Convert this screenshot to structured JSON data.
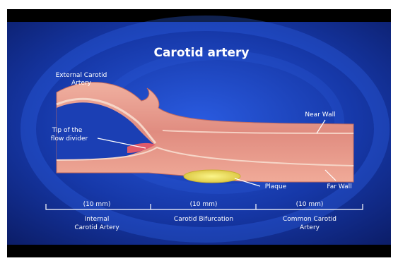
{
  "title": "Carotid artery",
  "labels": {
    "external_carotid": [
      "External Carotid",
      "Artery"
    ],
    "tip_flow_divider": [
      "Tip of the",
      "flow divider"
    ],
    "near_wall": "Near Wall",
    "plaque": "Plaque",
    "far_wall": "Far Wall"
  },
  "segments": [
    {
      "measure": "(10 mm)",
      "name": [
        "Internal",
        "Carotid Artery"
      ]
    },
    {
      "measure": "(10 mm)",
      "name": [
        "Carotid Bifurcation"
      ]
    },
    {
      "measure": "(10 mm)",
      "name": [
        "Common Carotid",
        "Artery"
      ]
    }
  ],
  "colors": {
    "background": "#1436a8",
    "vessel_wall": "#e59a8e",
    "lumen_edge": "#f4d2c4",
    "plaque": "#f0ee5a",
    "text": "#ffffff"
  }
}
